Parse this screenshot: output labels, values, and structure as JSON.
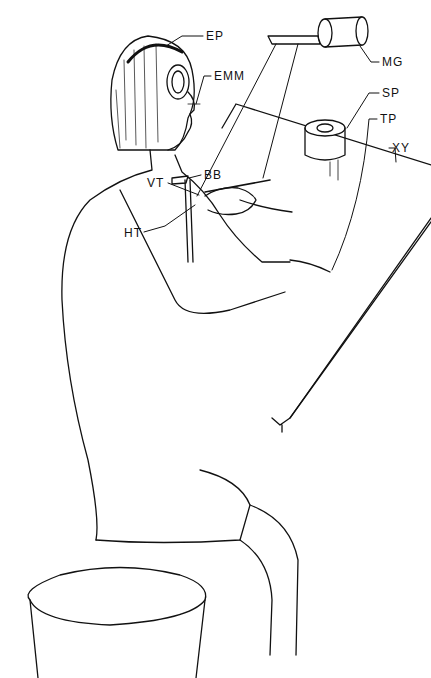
{
  "diagram": {
    "labels": [
      "EP",
      "EMM",
      "BB",
      "VT",
      "HT",
      "MG",
      "SP",
      "TP",
      "XY"
    ]
  }
}
